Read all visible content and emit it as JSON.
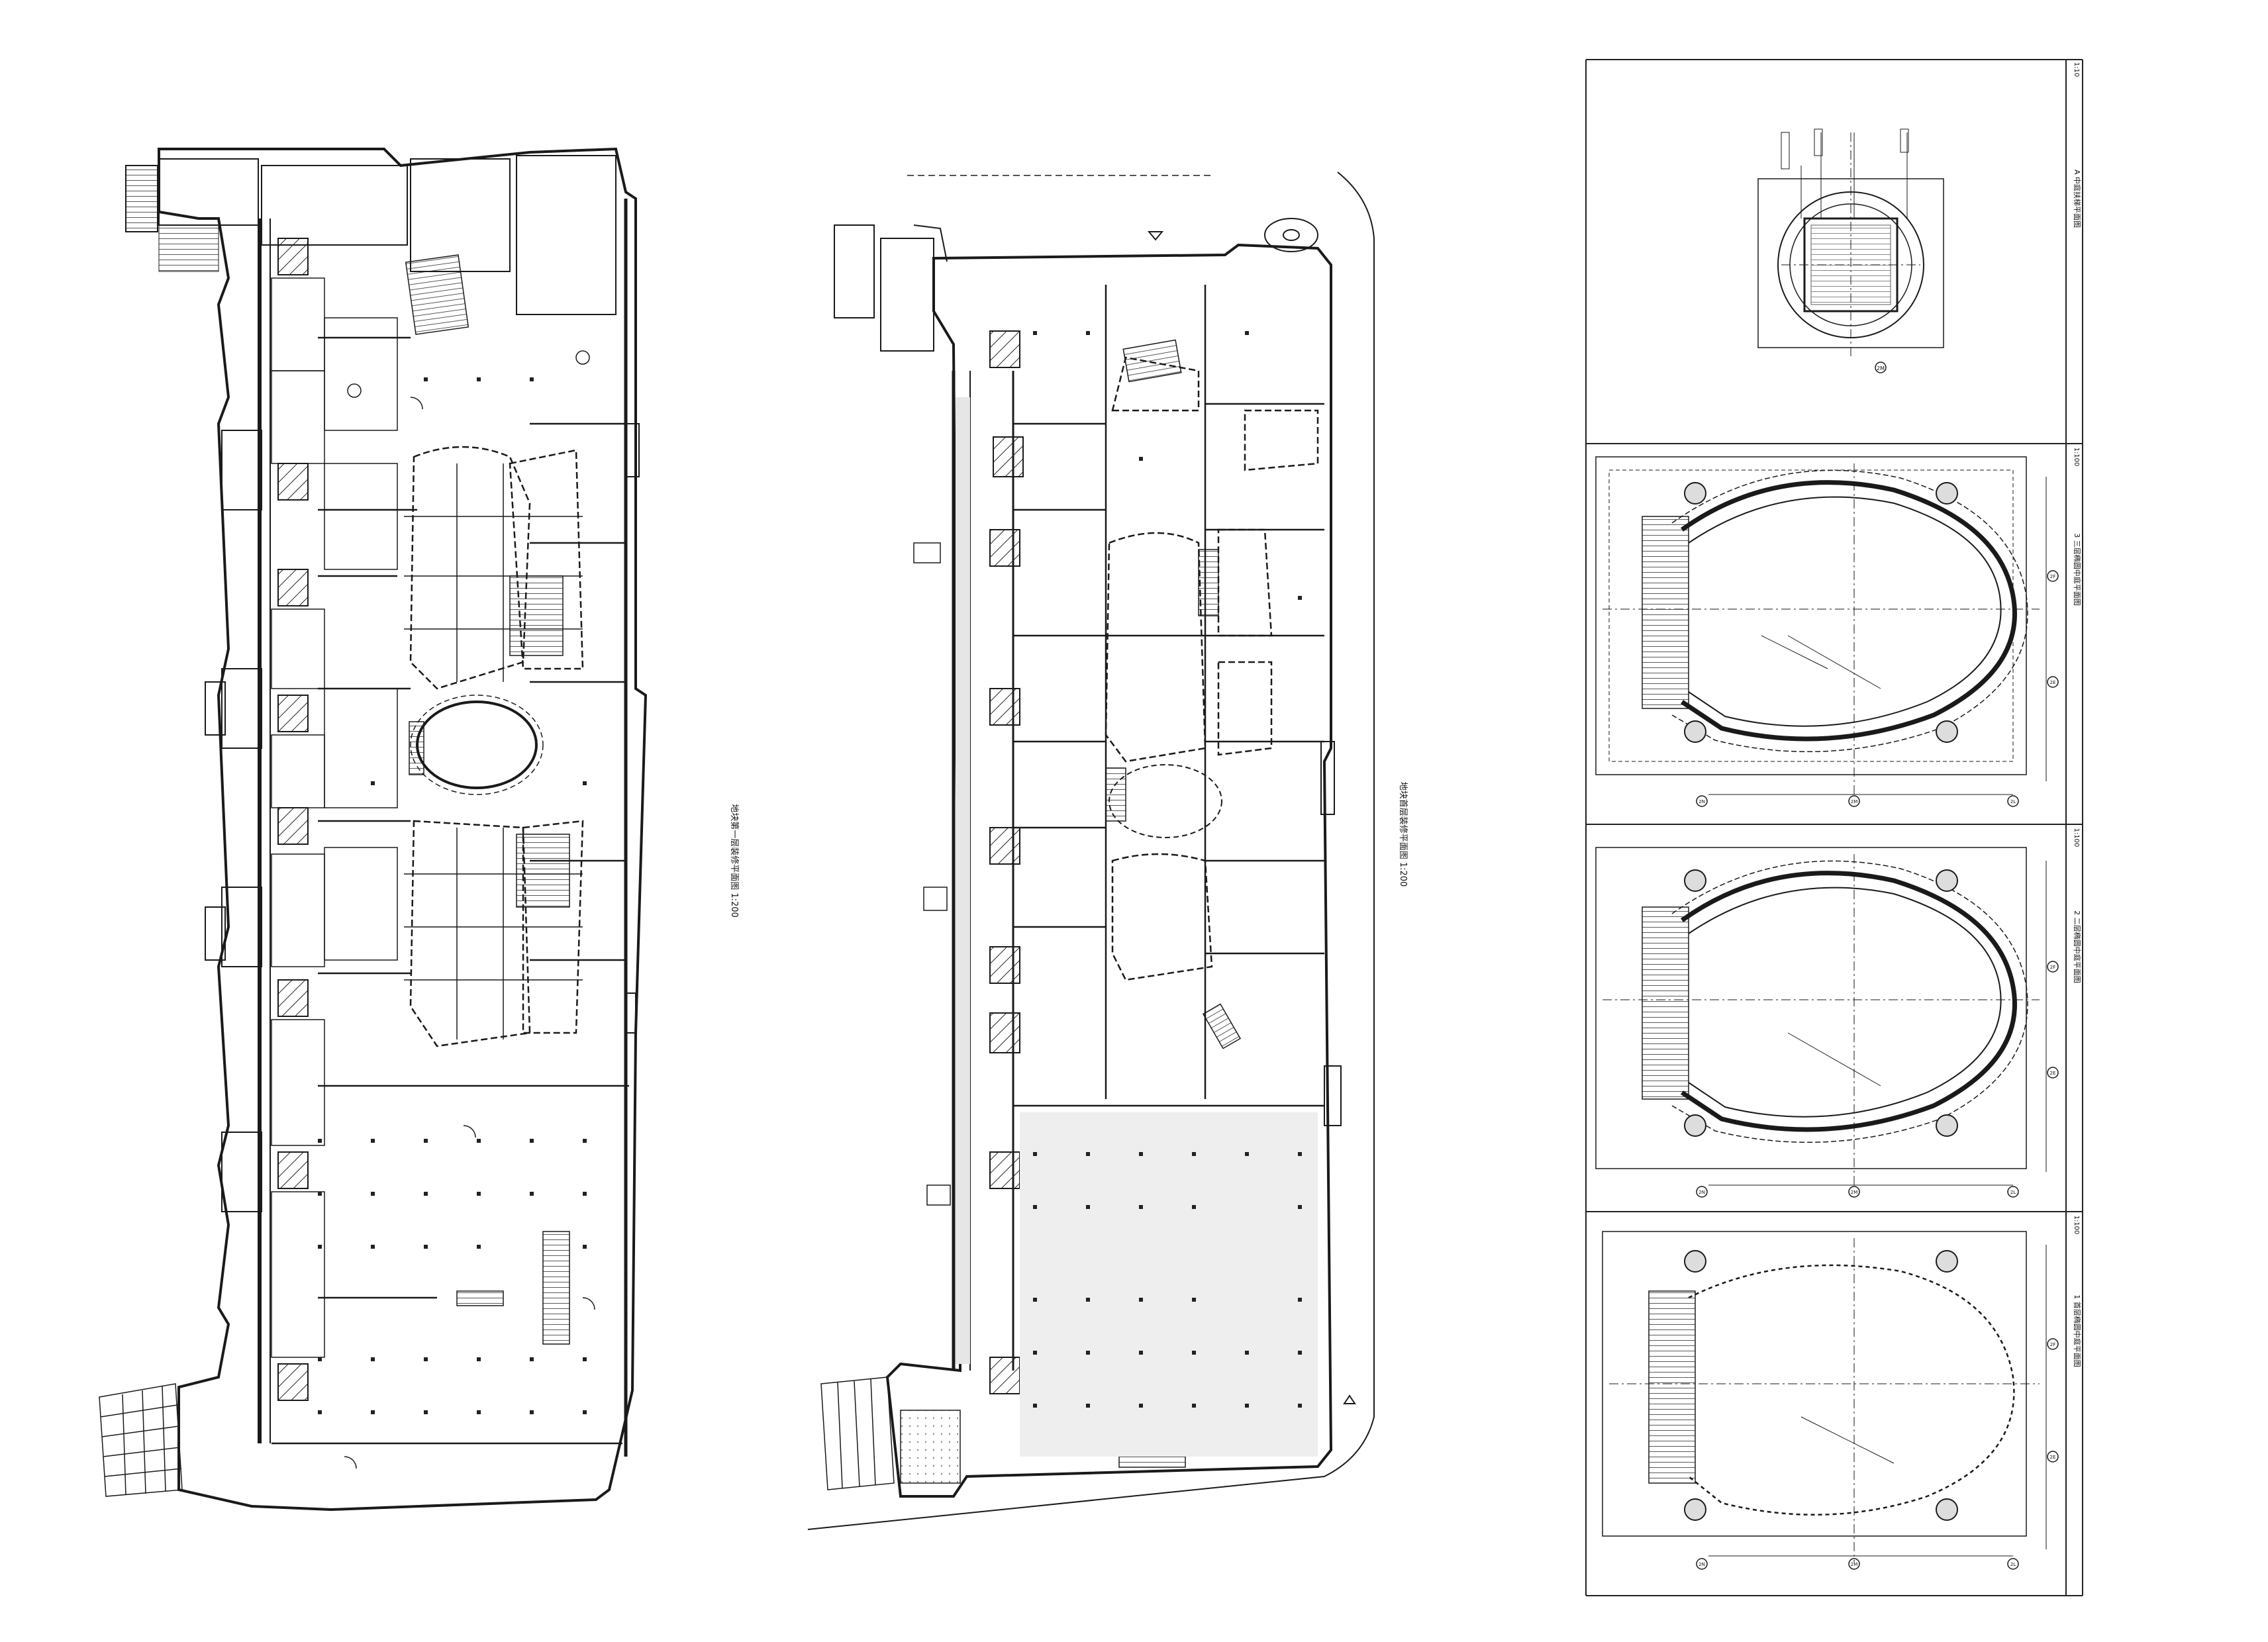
{
  "plans": {
    "left_caption": "地块第一层装修平面图 1:200",
    "middle_caption": "地块首层装修平面图 1:200"
  },
  "details": {
    "d1": {
      "title": "A 中庭扶梯平面图",
      "scale": "1:10",
      "axis": "2M"
    },
    "d2": {
      "title": "3 三层椭圆中庭平面图",
      "scale": "1:100",
      "axes": [
        "2N",
        "2M",
        "2L"
      ],
      "grid": [
        "2F",
        "2E"
      ]
    },
    "d3": {
      "title": "2 二层椭圆中庭平面图",
      "scale": "1:100",
      "axes": [
        "2N",
        "2M",
        "2L"
      ],
      "grid": [
        "2F",
        "2E"
      ]
    },
    "d4": {
      "title": "1 首层椭圆中庭平面图",
      "scale": "1:100",
      "axes": [
        "2N",
        "2M",
        "2L"
      ],
      "grid": [
        "2F",
        "2E"
      ]
    }
  },
  "colors": {
    "line": "#1a1a1a",
    "light": "#9a9a9a",
    "fill": "#e6e6e6"
  }
}
